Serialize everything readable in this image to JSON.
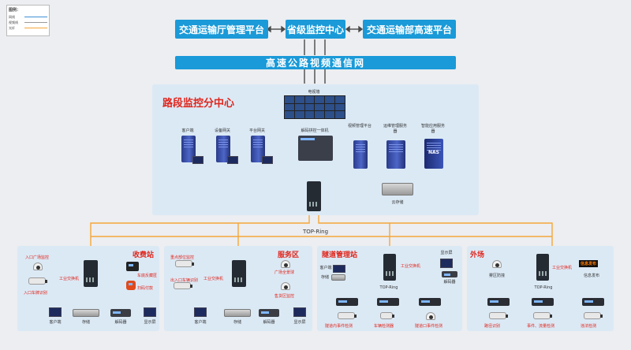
{
  "legend": {
    "title": "图例：",
    "items": [
      {
        "label": "网线",
        "color": "#3f8fd6"
      },
      {
        "label": "视频线",
        "color": "#9a9a9a"
      },
      {
        "label": "光纤",
        "color": "#f5a63a"
      }
    ]
  },
  "top": {
    "left": "交通运输厅管理平台",
    "center": "省级监控中心",
    "right": "交通运输部高速平台"
  },
  "network": "高速公路视频通信网",
  "center": {
    "title": "路段监控分中心",
    "videowall": "电视墙",
    "devices": [
      "客户端",
      "设备网关",
      "平台网关",
      "解码拼控一体机",
      "视频管理平台",
      "运维管理服务器",
      "智能应用服务器"
    ],
    "nas": "NAS",
    "cloud_storage": "云存储"
  },
  "ring": "TOP-Ring",
  "toll": {
    "title": "收费站",
    "switch": "工业交换机",
    "labels": [
      "入口广场监控",
      "入口车牌识别",
      "车底反藏匿",
      "扫码付款",
      "客户端",
      "存储",
      "解码器",
      "显示屏"
    ]
  },
  "service": {
    "title": "服务区",
    "switch": "工业交换机",
    "labels": [
      "重点部位监控",
      "出入口车辆识别",
      "广场全景球",
      "售货区监控",
      "客户端",
      "存储",
      "解码器",
      "显示屏"
    ]
  },
  "tunnel": {
    "title": "隧道管理站",
    "switch": "工业交换机",
    "ring": "TOP-Ring",
    "labels": [
      "显示屏",
      "客户端",
      "存储",
      "解码器",
      "隧道内事件检测",
      "车辆检测器",
      "隧道口事件检测"
    ]
  },
  "field": {
    "title": "外场",
    "switch": "工业交换机",
    "ring": "TOP-Ring",
    "sign": "信息发布",
    "labels": [
      "雾区防撞",
      "信息发布",
      "路径识别",
      "事件、流量检测",
      "违法检测"
    ]
  }
}
